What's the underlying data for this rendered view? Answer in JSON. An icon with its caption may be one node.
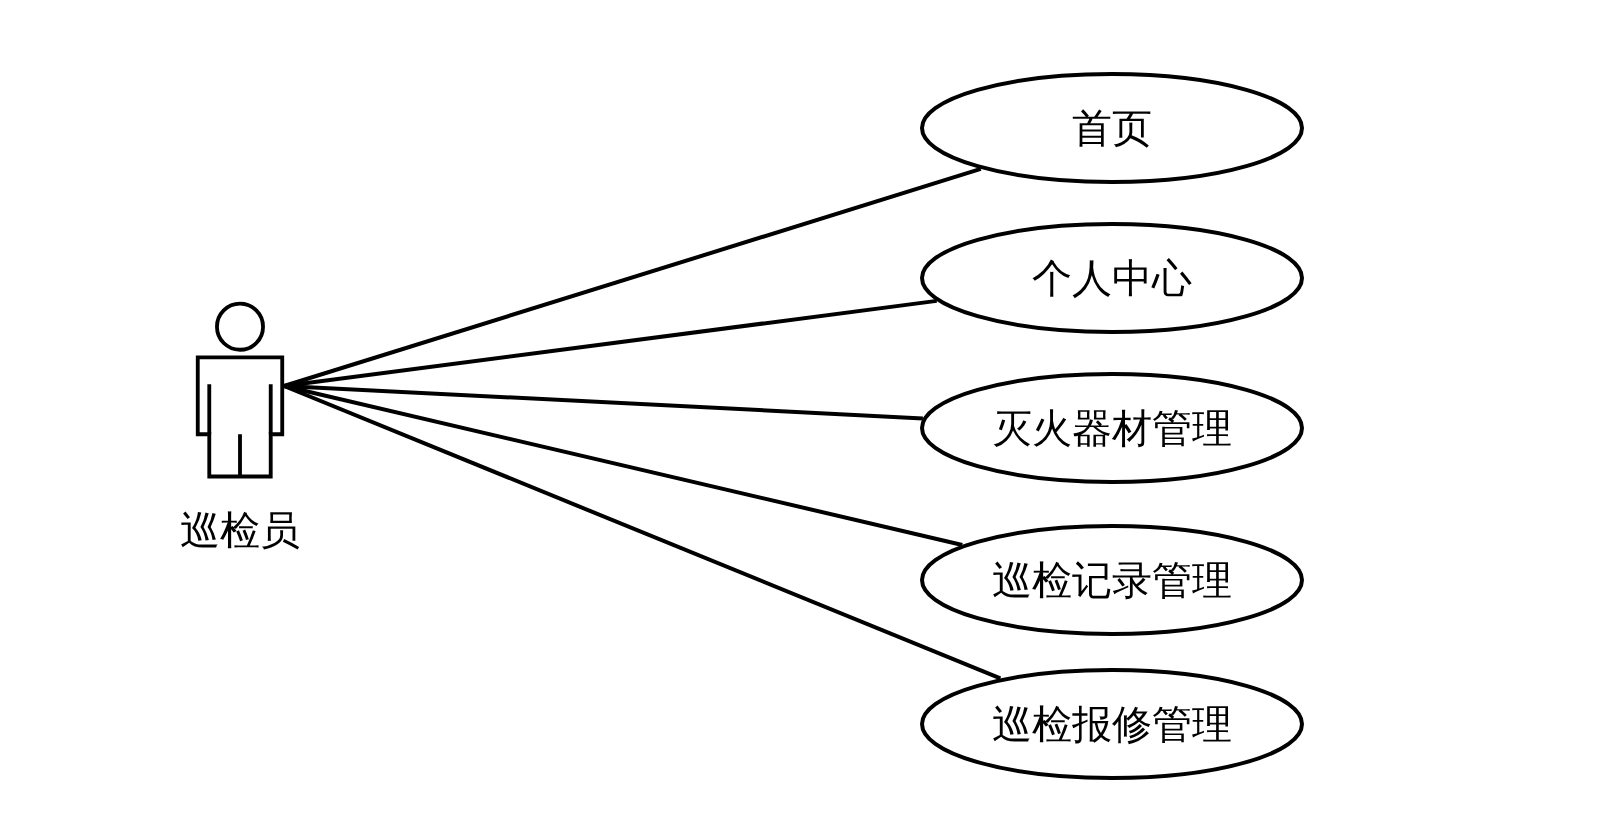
{
  "diagram": {
    "nodes": [
      {
        "text": [
          "巡检员"
        ]
      },
      {
        "text": [
          "首页"
        ]
      },
      {
        "text": [
          "个人中心"
        ]
      },
      {
        "text": [
          "灭火器材管理"
        ]
      },
      {
        "text": [
          "巡检记录管理"
        ]
      },
      {
        "text": [
          "巡检报修管理"
        ]
      }
    ],
    "edges": [
      {
        "from": 0,
        "to": 1,
        "arrow": "none"
      },
      {
        "from": 0,
        "to": 2,
        "arrow": "none"
      },
      {
        "from": 0,
        "to": 3,
        "arrow": "none"
      },
      {
        "from": 0,
        "to": 4,
        "arrow": "none"
      },
      {
        "from": 0,
        "to": 5,
        "arrow": "none"
      }
    ]
  }
}
